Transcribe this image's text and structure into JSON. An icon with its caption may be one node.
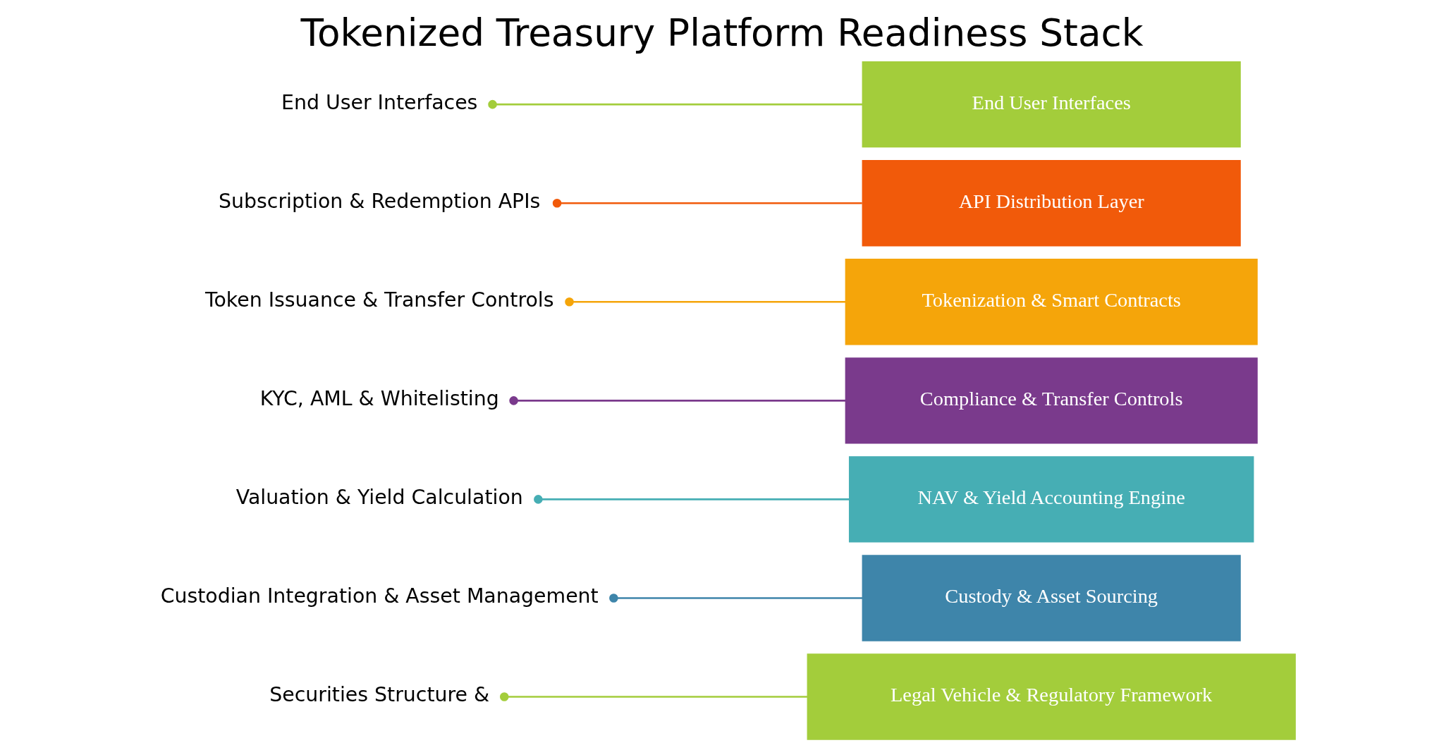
{
  "diagram": {
    "title": "Tokenized Treasury Platform Readiness Stack",
    "nodes": [
      {
        "text": [
          "End User Interfaces"
        ]
      },
      {
        "text": [
          "Subscription & Redemption APIs"
        ]
      },
      {
        "text": [
          "Token Issuance & Transfer Controls"
        ]
      },
      {
        "text": [
          "KYC, AML & Whitelisting"
        ]
      },
      {
        "text": [
          "Valuation & Yield Calculation"
        ]
      },
      {
        "text": [
          "Custodian Integration & Asset Management"
        ]
      },
      {
        "text": [
          "Securities Structure &"
        ]
      },
      {
        "text": [
          "End User Interfaces"
        ]
      },
      {
        "text": [
          "API Distribution Layer"
        ]
      },
      {
        "text": [
          "Tokenization & Smart Contracts"
        ]
      },
      {
        "text": [
          "Compliance & Transfer Controls"
        ]
      },
      {
        "text": [
          "NAV & Yield Accounting Engine"
        ]
      },
      {
        "text": [
          "Custody & Asset Sourcing"
        ]
      },
      {
        "text": [
          "Legal Vehicle & Regulatory Framework"
        ]
      }
    ],
    "edges": [
      {
        "from": 0,
        "to": 7,
        "arrow": "other",
        "color": "#a3cd3b"
      },
      {
        "from": 1,
        "to": 8,
        "arrow": "other",
        "color": "#f15a0a"
      },
      {
        "from": 2,
        "to": 9,
        "arrow": "other",
        "color": "#f5a50a"
      },
      {
        "from": 3,
        "to": 10,
        "arrow": "other",
        "color": "#7a3a8c"
      },
      {
        "from": 4,
        "to": 11,
        "arrow": "other",
        "color": "#46aeb4"
      },
      {
        "from": 5,
        "to": 12,
        "arrow": "other",
        "color": "#3e85aa"
      },
      {
        "from": 6,
        "to": 13,
        "arrow": "other",
        "color": "#a3cd3b"
      }
    ]
  }
}
